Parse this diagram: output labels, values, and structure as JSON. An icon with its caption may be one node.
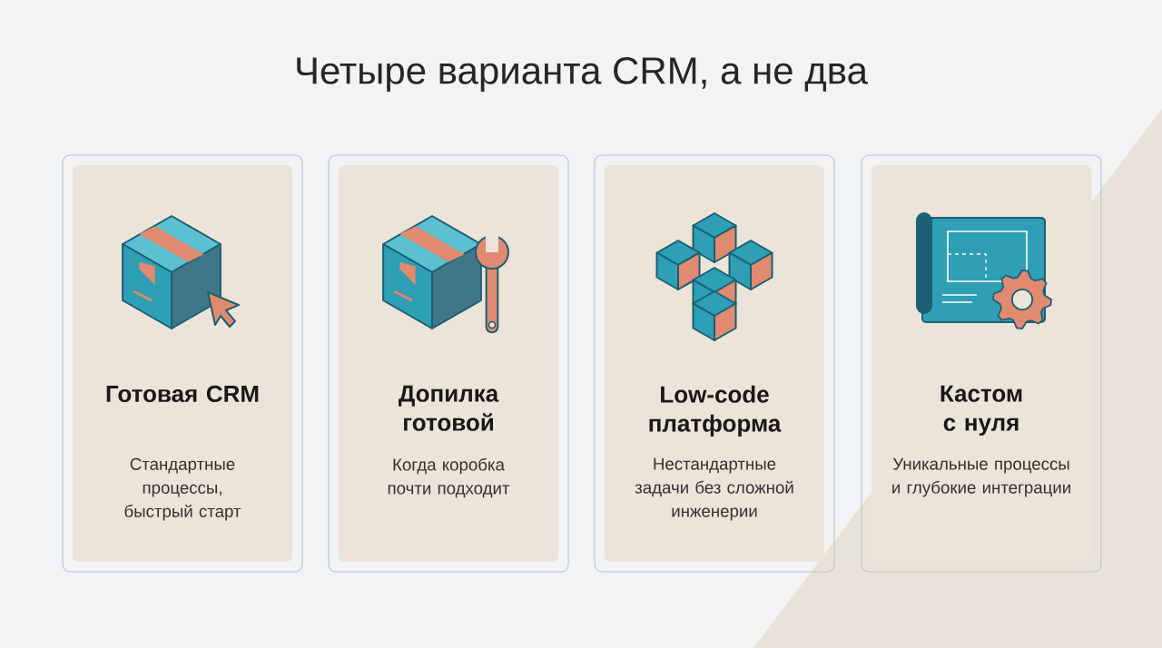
{
  "diagram": {
    "title": "Четыре варианта CRM, а не два",
    "nodes": [
      {
        "text": [
          "Готовая CRM",
          "Стандартные процессы, быстрый старт"
        ]
      },
      {
        "text": [
          "Допилка готовой",
          "Когда коробка почти подходит"
        ]
      },
      {
        "text": [
          "Low-code платформа",
          "Нестандартные задачи без сложной инженерии"
        ]
      },
      {
        "text": [
          "Кастом с нуля",
          "Уникальные процессы и глубокие интеграции"
        ]
      }
    ]
  }
}
